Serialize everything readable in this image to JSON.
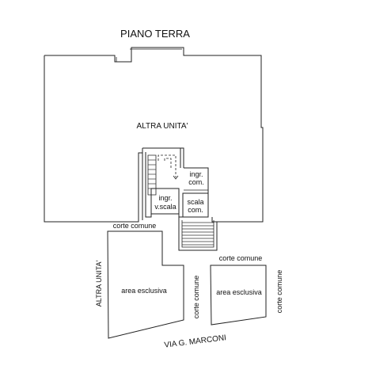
{
  "title": "PIANO TERRA",
  "labels": {
    "altra_unita_top": "ALTRA UNITA'",
    "altra_unita_left": "ALTRA UNITA'",
    "ingr_com_line1": "ingr.",
    "ingr_com_line2": "com.",
    "ingr_vscala_line1": "ingr.",
    "ingr_vscala_line2": "v.scala",
    "scala_com_line1": "scala",
    "scala_com_line2": "com.",
    "corte_comune_top": "corte comune",
    "corte_comune_right_top": "corte comune",
    "corte_comune_vertical_mid": "corte comune",
    "corte_comune_vertical_right": "corte comune",
    "area_esclusiva_left": "area esclusiva",
    "area_esclusiva_right": "area esclusiva",
    "street": "VIA G. MARCONI"
  }
}
